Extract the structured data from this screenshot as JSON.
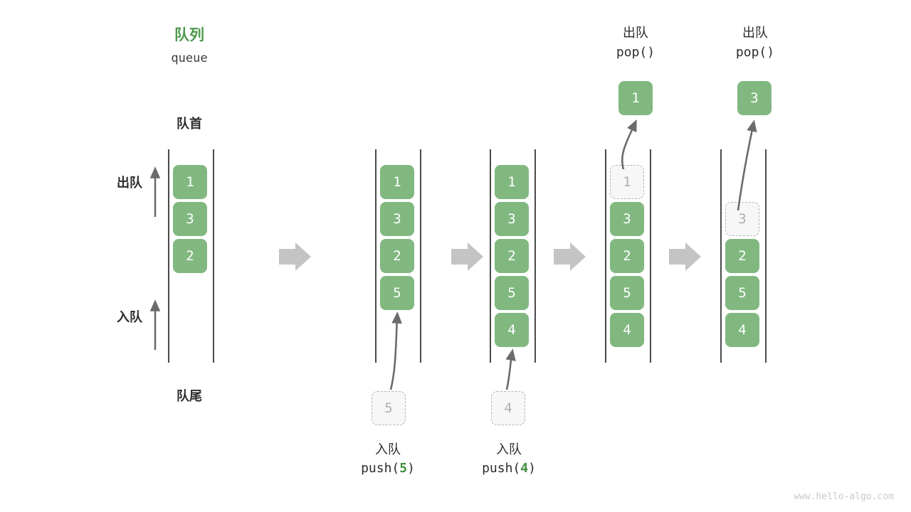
{
  "diagram": {
    "title_cn": "队列",
    "title_en": "queue",
    "head_label": "队首",
    "tail_label": "队尾",
    "dequeue_label": "出队",
    "enqueue_label": "入队",
    "colors": {
      "accent_green": "#81b880",
      "title_green": "#4c9a4c",
      "code_arg_green": "#3f8f3f",
      "rail": "#4a4a4a",
      "ghost_fill": "#f7f7f7",
      "ghost_border": "#b4b4b4",
      "ghost_text": "#b0b0b0",
      "arrow_gray": "#c4c4c4",
      "curve_arrow": "#6b6b6b",
      "text": "#2d2d2d",
      "watermark": "#c9c9c9"
    },
    "watermark": "www.hello-algo.com"
  },
  "stages": [
    {
      "id": "initial",
      "cells": [
        "1",
        "3",
        "2"
      ],
      "ghost_index": -1,
      "caption_cn": "",
      "caption_code": "",
      "popped_value": null
    },
    {
      "id": "push-5",
      "cells": [
        "1",
        "3",
        "2",
        "5"
      ],
      "ghost_index": -1,
      "caption_cn": "入队",
      "caption_code_prefix": "push(",
      "caption_code_arg": "5",
      "caption_code_suffix": ")",
      "incoming_value": "5",
      "popped_value": null
    },
    {
      "id": "push-4",
      "cells": [
        "1",
        "3",
        "2",
        "5",
        "4"
      ],
      "ghost_index": -1,
      "caption_cn": "入队",
      "caption_code_prefix": "push(",
      "caption_code_arg": "4",
      "caption_code_suffix": ")",
      "incoming_value": "4",
      "popped_value": null
    },
    {
      "id": "pop-1",
      "cells": [
        "1",
        "3",
        "2",
        "5",
        "4"
      ],
      "ghost_index": 0,
      "top_caption_cn": "出队",
      "top_caption_code": "pop()",
      "popped_value": "1"
    },
    {
      "id": "pop-3",
      "cells": [
        "3",
        "2",
        "5",
        "4"
      ],
      "ghost_index": 0,
      "top_caption_cn": "出队",
      "top_caption_code": "pop()",
      "popped_value": "3"
    }
  ],
  "transitions": [
    {
      "from": "initial",
      "to": "push-5"
    },
    {
      "from": "push-5",
      "to": "push-4"
    },
    {
      "from": "push-4",
      "to": "pop-1"
    },
    {
      "from": "pop-1",
      "to": "pop-3"
    }
  ]
}
